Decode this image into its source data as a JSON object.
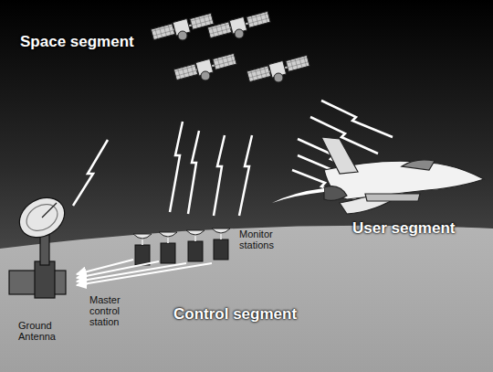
{
  "diagram": {
    "labels": [
      "Space segment",
      "Monitor stations",
      "User segment",
      "Master control station",
      "Ground Antenna",
      "Control segment"
    ]
  }
}
